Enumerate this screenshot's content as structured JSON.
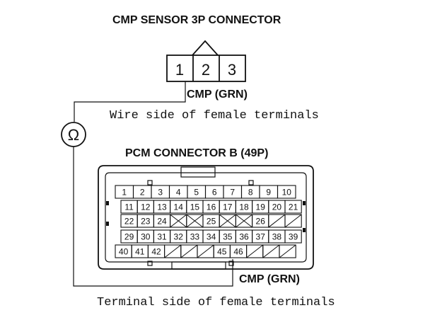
{
  "cmp_connector": {
    "title": "CMP SENSOR 3P CONNECTOR",
    "terminals": [
      "1",
      "2",
      "3"
    ],
    "wire_label": "CMP (GRN)",
    "view_caption": "Wire side of female terminals"
  },
  "meter": {
    "symbol": "Ω"
  },
  "pcm_connector": {
    "title": "PCM CONNECTOR B (49P)",
    "wire_label": "CMP (GRN)",
    "view_caption": "Terminal side of female terminals",
    "rows": [
      [
        "1",
        "2",
        "3",
        "4",
        "5",
        "6",
        "7",
        "8",
        "9",
        "10"
      ],
      [
        "11",
        "12",
        "13",
        "14",
        "15",
        "16",
        "17",
        "18",
        "19",
        "20",
        "21"
      ],
      [
        "22",
        "23",
        "24",
        "",
        "",
        "25",
        "",
        "",
        "26",
        "",
        ""
      ],
      [
        "29",
        "30",
        "31",
        "32",
        "33",
        "34",
        "35",
        "36",
        "37",
        "38",
        "39"
      ],
      [
        "40",
        "41",
        "42",
        "",
        "",
        "",
        "45",
        "46",
        "",
        "",
        ""
      ]
    ]
  }
}
